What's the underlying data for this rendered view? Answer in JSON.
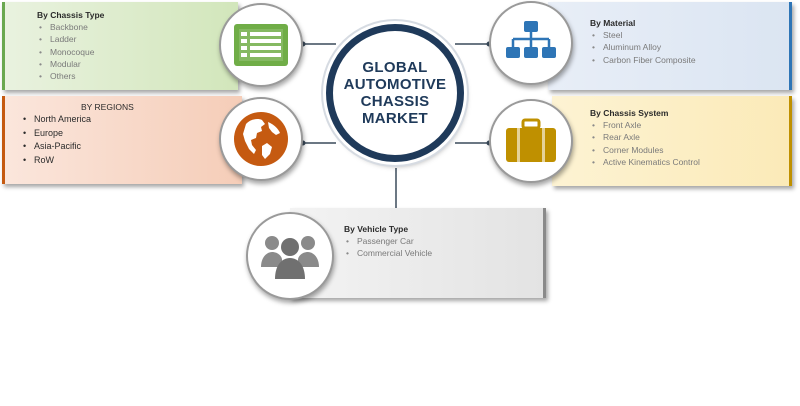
{
  "center": {
    "title": "GLOBAL\nAUTOMOTIVE\nCHASSIS\nMARKET"
  },
  "segments": {
    "chassis_type": {
      "title": "By Chassis Type",
      "items": [
        "Backbone",
        "Ladder",
        "Monocoque",
        "Modular",
        "Others"
      ],
      "icon": "list-icon",
      "color": "#6aa84f"
    },
    "regions": {
      "title": "BY REGIONS",
      "items": [
        "North America",
        "Europe",
        "Asia-Pacific",
        "RoW"
      ],
      "icon": "globe-icon",
      "color": "#c55a11"
    },
    "material": {
      "title": "By Material",
      "items": [
        "Steel",
        "Aluminum Alloy",
        "Carbon Fiber Composite"
      ],
      "icon": "hierarchy-icon",
      "color": "#2e75b6"
    },
    "chassis_system": {
      "title": "By Chassis System",
      "items": [
        "Front Axle",
        "Rear Axle",
        "Corner Modules",
        "Active Kinematics Control"
      ],
      "icon": "briefcase-icon",
      "color": "#bf9000"
    },
    "vehicle_type": {
      "title": "By Vehicle Type",
      "items": [
        "Passenger Car",
        "Commercial Vehicle"
      ],
      "icon": "people-icon",
      "color": "#8a8a8a"
    }
  },
  "colors": {
    "center_ring": "#1f3a5a",
    "connector": "#3a4a5a"
  }
}
